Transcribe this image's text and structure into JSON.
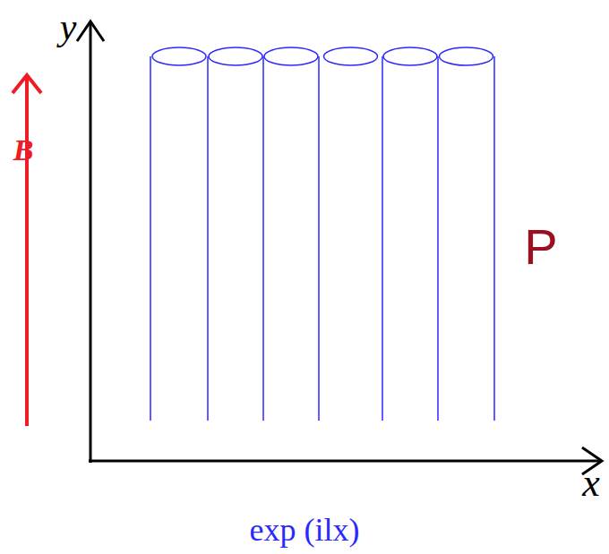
{
  "diagram": {
    "labels": [
      "y",
      "x",
      "B",
      "P",
      "exp (ilx)"
    ]
  }
}
